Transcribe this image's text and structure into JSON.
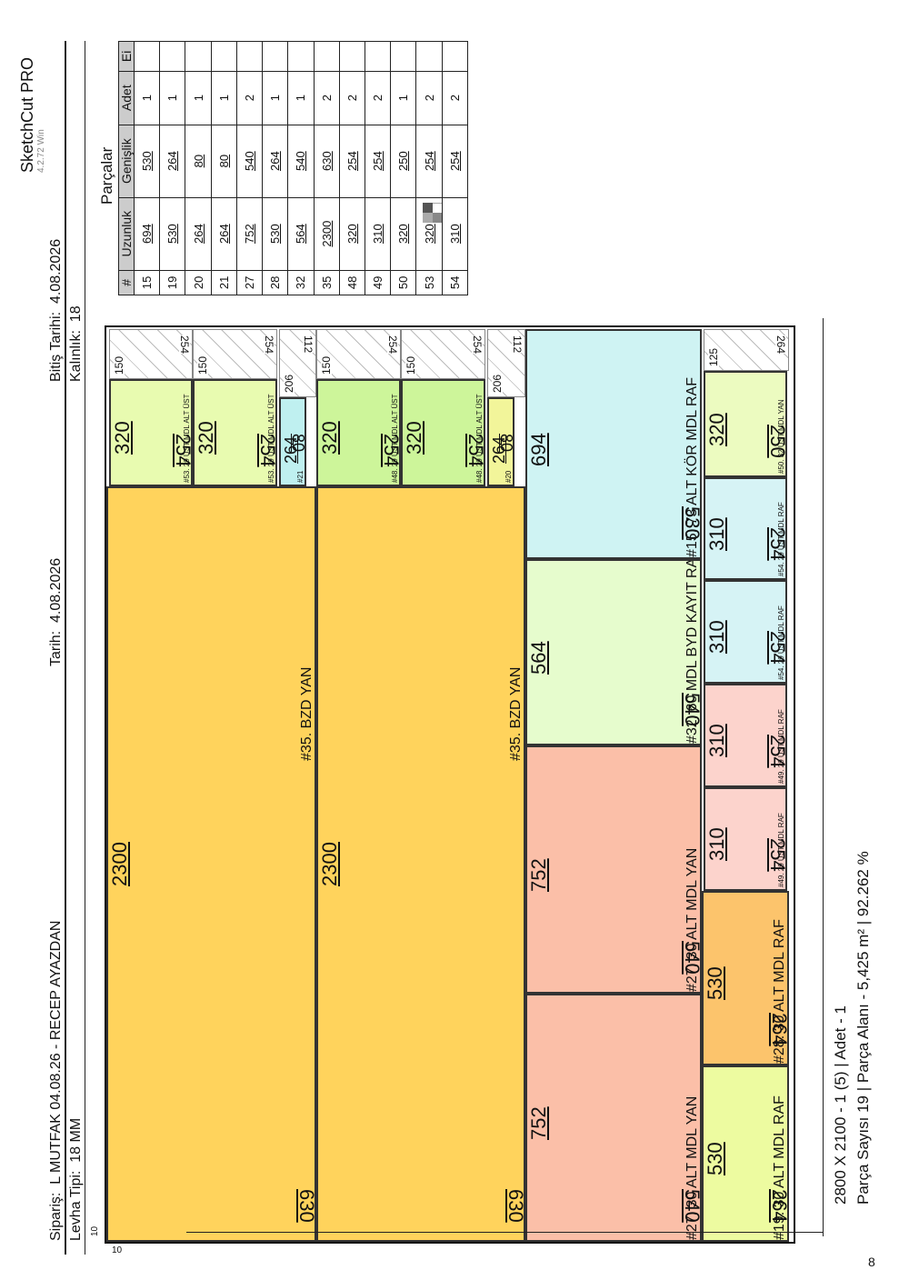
{
  "app": {
    "name": "SketchCut PRO",
    "version": "4.2.72 Win"
  },
  "header": {
    "order_label": "Sipariş:",
    "order_value": "L MUTFAK 04.08.26 - RECEP AYAZDAN",
    "sheet_type_label": "Levha Tipi:",
    "sheet_type_value": "18 MM",
    "date_label": "Tarih:",
    "date_value": "4.08.2026",
    "end_date_label": "Bitiş Tarihi:",
    "end_date_value": "4.08.2026",
    "thickness_label": "Kalınlık:",
    "thickness_value": "18"
  },
  "parts_table": {
    "title": "Parçalar",
    "headers": [
      "#",
      "Uzunluk",
      "Genişlik",
      "Adet",
      "Ei"
    ],
    "rows": [
      [
        "15",
        "694",
        "530",
        "1"
      ],
      [
        "19",
        "530",
        "264",
        "1"
      ],
      [
        "20",
        "264",
        "80",
        "1"
      ],
      [
        "21",
        "264",
        "80",
        "1"
      ],
      [
        "27",
        "752",
        "540",
        "2"
      ],
      [
        "28",
        "530",
        "264",
        "1"
      ],
      [
        "32",
        "564",
        "540",
        "1"
      ],
      [
        "35",
        "2300",
        "630",
        "2"
      ],
      [
        "48",
        "320",
        "254",
        "2"
      ],
      [
        "49",
        "310",
        "254",
        "2"
      ],
      [
        "50",
        "320",
        "250",
        "1"
      ],
      [
        "53",
        "320",
        "254",
        "2"
      ],
      [
        "54",
        "310",
        "254",
        "2"
      ]
    ]
  },
  "layout": {
    "trim_top": "10",
    "trim_left": "10",
    "pieces": {
      "p35a": {
        "len": "2300",
        "wid": "630",
        "name": "#35. BZD YAN"
      },
      "p35b": {
        "len": "2300",
        "wid": "630",
        "name": "#35. BZD YAN"
      },
      "p53a": {
        "len": "320",
        "wid": "254",
        "name": "#53. 29 ÜST MDL ALT ÜST"
      },
      "p53b": {
        "len": "320",
        "wid": "254",
        "name": "#53. 29 ÜST MDL ALT ÜST"
      },
      "p48a": {
        "len": "320",
        "wid": "254",
        "name": "#48. 29 ÜST MDL ALT ÜST"
      },
      "p48b": {
        "len": "320",
        "wid": "254",
        "name": "#48. 29 ÜST MDL ALT ÜST"
      },
      "p21": {
        "len": "264",
        "wid": "80",
        "name": "#21"
      },
      "p20": {
        "len": "264",
        "wid": "80",
        "name": "#20"
      },
      "p15": {
        "len": "694",
        "wid": "530",
        "name": "#15. 73 ALT KÖR MDL RAF"
      },
      "p32": {
        "len": "564",
        "wid": "540",
        "name": "#32. 60 MDL BYD KAYIT RAF"
      },
      "p27a": {
        "len": "752",
        "wid": "540",
        "name": "#27. 30 ALT MDL YAN"
      },
      "p27b": {
        "len": "752",
        "wid": "540",
        "name": "#27. 30 ALT MDL YAN"
      },
      "p28": {
        "len": "530",
        "wid": "264",
        "name": "#28. 30 ALT MDL RAF"
      },
      "p19": {
        "len": "530",
        "wid": "264",
        "name": "#19. 30 ALT MDL RAF"
      },
      "p50": {
        "len": "320",
        "wid": "250",
        "name": "#50. 32 ÜST MDL YAN"
      },
      "p54a": {
        "len": "310",
        "wid": "254",
        "name": "#54. 29 ÜST MDL RAF"
      },
      "p54b": {
        "len": "310",
        "wid": "254",
        "name": "#54. 29 ÜST MDL RAF"
      },
      "p49a": {
        "len": "310",
        "wid": "254",
        "name": "#49. 29 ÜST MDL RAF"
      },
      "p49b": {
        "len": "310",
        "wid": "254",
        "name": "#49. 29 ÜST MDL RAF"
      }
    },
    "scraps": {
      "s1": {
        "a": "150",
        "b": "254"
      },
      "s2": {
        "a": "150",
        "b": "254"
      },
      "s3": {
        "a": "206",
        "b": "112"
      },
      "s4": {
        "a": "150",
        "b": "254"
      },
      "s5": {
        "a": "150",
        "b": "254"
      },
      "s6": {
        "a": "206",
        "b": "112"
      },
      "s7": {
        "a": "125",
        "b": "264"
      }
    }
  },
  "footer": {
    "line1": "2800 X 2100  -  1  (5)  |  Adet - 1",
    "line2": "Parça Sayısı 19  |  Parça Alanı - 5,425 m²  |  92.262 %"
  },
  "page_number": "8",
  "colors": {
    "bzd_yan": "#ffd35c",
    "ust_mdl_alt_ust_a": "#e8fbb0",
    "ust_mdl_alt_ust_b": "#cdf59a",
    "small_cyan": "#bff0f0",
    "small_yellow": "#f2f59a",
    "kor_raf": "#cff3f3",
    "kayit_raf": "#e6fccd",
    "alt_mdl_yan": "#fbbfa8",
    "alt_mdl_raf_orange": "#fcc46c",
    "alt_mdl_raf_yellow": "#edfba0",
    "ust_yan": "#ecfbc0",
    "ust_raf_blue": "#d6f3f5",
    "ust_raf_pink": "#fcd3cc"
  }
}
